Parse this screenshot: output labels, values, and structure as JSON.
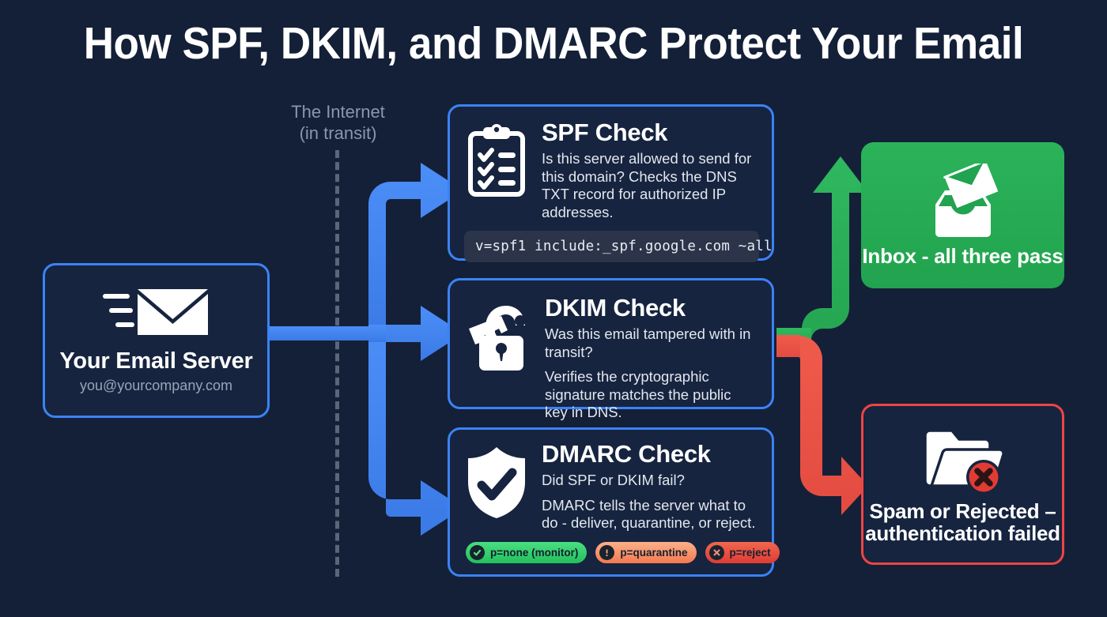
{
  "title": "How SPF, DKIM, and DMARC Protect Your Email",
  "internet": {
    "line1": "The Internet",
    "line2": "(in transit)"
  },
  "source": {
    "icon": "sending-envelope-icon",
    "title": "Your Email Server",
    "subtitle": "you@yourcompany.com"
  },
  "checks": [
    {
      "id": "spf",
      "icon": "clipboard-checklist-icon",
      "title": "SPF Check",
      "desc1": "Is this server allowed to send for this domain? Checks the DNS TXT record for authorized IP addresses.",
      "code": "v=spf1 include:_spf.google.com ~all"
    },
    {
      "id": "dkim",
      "icon": "padlock-key-icon",
      "title": "DKIM Check",
      "desc1": "Was this email tampered with in transit?",
      "desc2": "Verifies the cryptographic signature matches the public key in DNS."
    },
    {
      "id": "dmarc",
      "icon": "shield-check-icon",
      "title": "DMARC Check",
      "desc1": "Did SPF or DKIM fail?",
      "desc2": "DMARC tells the server what to do - deliver, quarantine, or reject."
    }
  ],
  "policies": [
    {
      "label": "p=none (monitor)",
      "icon": "check-circle-icon",
      "color": "#22c05d"
    },
    {
      "label": "p=quarantine",
      "icon": "exclamation-circle-icon",
      "color": "#f4794f"
    },
    {
      "label": "p=reject",
      "icon": "x-circle-icon",
      "color": "#e03b33"
    }
  ],
  "outcomes": {
    "pass": {
      "icon": "inbox-tray-icon",
      "label": "Inbox - all three pass",
      "color": "#22a34f"
    },
    "fail": {
      "icon": "folder-error-icon",
      "label_line1": "Spam or Rejected –",
      "label_line2": "authentication failed",
      "color": "#ef4444"
    }
  },
  "colors": {
    "background": "#142038",
    "card_fill": "#16243f",
    "accent_blue": "#3b82f6",
    "accent_green": "#22a34f",
    "accent_red": "#ef4444",
    "muted_text": "#8c96ab",
    "code_chip": "#2b3449"
  }
}
